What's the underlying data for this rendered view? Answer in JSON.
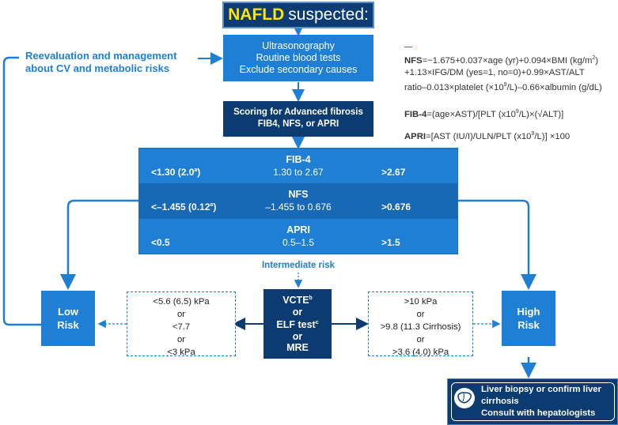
{
  "title": {
    "highlight": "NAFLD",
    "rest": "suspected:"
  },
  "reevaluation": {
    "line1": "Reevaluation and management",
    "line2": "about CV and metabolic risks"
  },
  "initial_workup": {
    "line1": "Ultrasonography",
    "line2": "Routine blood tests",
    "line3": "Exclude secondary causes"
  },
  "scoring": {
    "line1": "Scoring for Advanced fibrosis",
    "line2": "FIB4, NFS, or APRI"
  },
  "formulas": {
    "nfs": {
      "name": "NFS",
      "line1": "=−1.675+0.037×age (yr)+0.094×BMI (kg/m",
      "line1_sup": "2",
      "line1_end": ")",
      "line2": "+1.13×IFG/DM (yes=1, no=0)+0.99×AST/ALT",
      "line3": "ratio–0.013×platelet (×10",
      "line3_sup": "9",
      "line3_end": "/L)–0.66×albumin (g/dL)"
    },
    "fib4": {
      "name": "FIB-4",
      "text": "=(age×AST)/[PLT (x10",
      "sup": "9",
      "end": "/L)×(√ALT)]"
    },
    "apri": {
      "name": "APRI",
      "text": "=[AST (IU/I)/ULN/PLT (x10",
      "sup": "9",
      "end": "/L)] ×100"
    }
  },
  "scores": [
    {
      "name": "FIB-4",
      "low": "<1.30 (2.0",
      "low_sup": "a",
      "low_end": ")",
      "mid": "1.30 to 2.67",
      "high": ">2.67"
    },
    {
      "name": "NFS",
      "low": "<–1.455 (0.12",
      "low_sup": "a",
      "low_end": ")",
      "mid": "–1.455 to 0.676",
      "high": ">0.676"
    },
    {
      "name": "APRI",
      "low": "<0.5",
      "low_sup": "",
      "low_end": "",
      "mid": "0.5–1.5",
      "high": ">1.5"
    }
  ],
  "intermediate_label": "Intermediate risk",
  "low_risk": {
    "line1": "Low",
    "line2": "Risk"
  },
  "high_risk": {
    "line1": "High",
    "line2": "Risk"
  },
  "low_thresholds": [
    "<5.6 (6.5) kPa",
    "or",
    "<7.7",
    "or",
    "<3 kPa"
  ],
  "high_thresholds": [
    ">10 kPa",
    "or",
    ">9.8 (11.3 Cirrhosis)",
    "or",
    ">3.6 (4.0) kPa"
  ],
  "tests": {
    "vcte": "VCTE",
    "vcte_sup": "b",
    "or1": "or",
    "elf": "ELF test",
    "elf_sup": "c",
    "or2": "or",
    "mre": "MRE"
  },
  "diagnosis": {
    "line1": "Liver biopsy or confirm  liver",
    "line2": "cirrhosis",
    "line3": "Consult with hepatologists"
  },
  "colors": {
    "primary_blue": "#1e7fd4",
    "dark_navy": "#0b3b70",
    "title_highlight": "#ffe600"
  },
  "icons": [
    "liver-icon",
    "arrow-icon"
  ]
}
